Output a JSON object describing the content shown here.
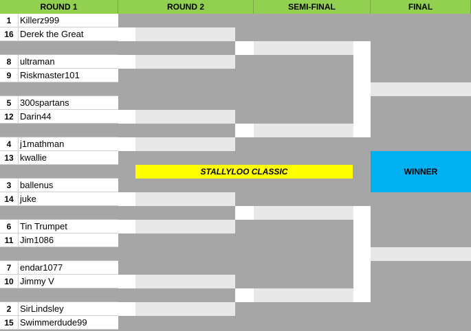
{
  "headers": [
    "ROUND 1",
    "ROUND 2",
    "SEMI-FINAL",
    "FINAL"
  ],
  "round1": [
    {
      "seed": "1",
      "name": "Killerz999"
    },
    {
      "seed": "16",
      "name": "Derek the Great"
    },
    {
      "seed": "8",
      "name": "ultraman"
    },
    {
      "seed": "9",
      "name": "Riskmaster101"
    },
    {
      "seed": "5",
      "name": "300spartans"
    },
    {
      "seed": "12",
      "name": "Darin44"
    },
    {
      "seed": "4",
      "name": "j1mathman"
    },
    {
      "seed": "13",
      "name": "kwallie"
    },
    {
      "seed": "3",
      "name": "ballenus"
    },
    {
      "seed": "14",
      "name": "juke"
    },
    {
      "seed": "6",
      "name": "Tin Trumpet"
    },
    {
      "seed": "11",
      "name": "Jim1086"
    },
    {
      "seed": "7",
      "name": "endar1077"
    },
    {
      "seed": "10",
      "name": "Jimmy V"
    },
    {
      "seed": "2",
      "name": "SirLindsley"
    },
    {
      "seed": "15",
      "name": "Swimmerdude99"
    }
  ],
  "banner": "STALLYLOO CLASSIC",
  "winner_label": "WINNER",
  "colors": {
    "header": "#92d050",
    "banner": "#ffff00",
    "winner": "#00b0f0",
    "background": "#a6a6a6"
  }
}
